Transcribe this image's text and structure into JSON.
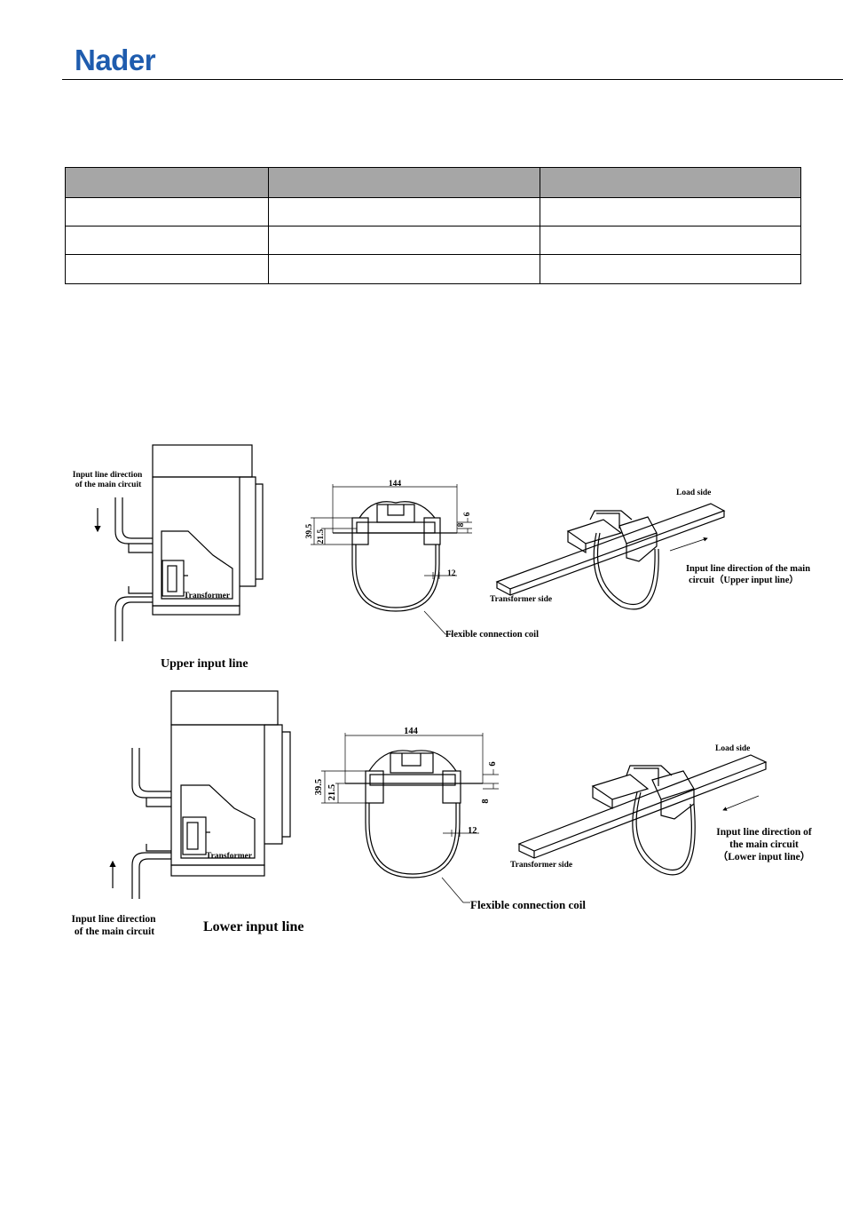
{
  "brand": {
    "logo_text": "Nader",
    "logo_color": "#1f5cae"
  },
  "table": {
    "header_color": "#a6a6a6",
    "headers": [
      "",
      "",
      ""
    ],
    "rows": [
      [
        "",
        "",
        ""
      ],
      [
        "",
        "",
        ""
      ],
      [
        "",
        "",
        ""
      ]
    ]
  },
  "figure": {
    "upper": {
      "direction_label_1": "Input line direction",
      "direction_label_2": "of the main circuit",
      "transformer_label": "Transformer",
      "dim_144": "144",
      "dim_39_5": "39.5",
      "dim_21_5": "21.5",
      "dim_6": "6",
      "dim_8": "8",
      "dim_12": "12",
      "coil_label": "Flexible connection coil",
      "load_side": "Load side",
      "transformer_side": "Transformer side",
      "iso_dir_1": "Input line direction of the main",
      "iso_dir_2": "circuit（Upper input line）",
      "caption": "Upper input line"
    },
    "lower": {
      "direction_label_1": "Input line direction",
      "direction_label_2": "of the main circuit",
      "transformer_label": "Transformer",
      "dim_144": "144",
      "dim_39_5": "39.5",
      "dim_21_5": "21.5",
      "dim_6": "6",
      "dim_8": "8",
      "dim_12": "12",
      "coil_label": "Flexible connection coil",
      "load_side": "Load side",
      "transformer_side": "Transformer side",
      "iso_dir_1": "Input line direction of",
      "iso_dir_2": "the main circuit",
      "iso_dir_3": "（Lower input line）",
      "caption": "Lower input line"
    }
  }
}
